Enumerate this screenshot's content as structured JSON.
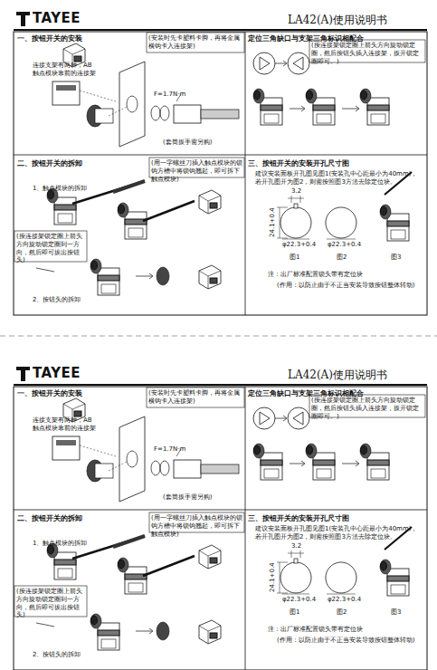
{
  "diagram": {
    "labels": [
      "TAYEE",
      "LA42(A)使用说明书",
      "一、按钮开关的安装",
      "(安装时先卡塑料卡脚，再将金属横钩卡入连接架)",
      "定位三角缺口与支架三角标识相配合",
      "连接支架有两种，AB触点模块靠前的连接架",
      "F=1.7N·m",
      "(套筒扳手需另购)",
      "(按连接架锁定圈上箭头方向旋动锁定圈，然后按钮头插入连接架，扳开锁定圈即可。)",
      "二、按钮开关的拆卸",
      "(用一字螺丝刀插入触点模块的锁钩方槽中将锁钩翘起，即可拆下触点模块)",
      "1、触点模块的拆卸",
      "(按连接架锁定圈上箭头方向旋动锁定圈到一方向，然后即可拔出按钮头)",
      "2、按钮头的拆卸",
      "三、按钮开关的安装开孔尺寸图",
      "建议安装面板开孔图见图1(安装孔中心距最小为40mm)，若开孔图开为图2，则需按照图3方法去除定位块。",
      "3.2",
      "24.1+0.4",
      "φ22.3+0.4",
      "φ22.3+0.4",
      "图1",
      "图2",
      "图3",
      "注：出厂标准配置锁头带有定位块",
      "(作用：以防止由于不正当安装导致按钮整体转动)",
      "TAYEE",
      "LA42(A)使用说明书",
      "一、按钮开关的安装",
      "(安装时先卡塑料卡脚，再将金属横钩卡入连接架)",
      "定位三角缺口与支架三角标识相配合",
      "连接支架有两种，AB触点模块靠前的连接架",
      "F=1.7N·m",
      "(套筒扳手需另购)",
      "(按连接架锁定圈上箭头方向旋动锁定圈，然后按钮头插入连接架，扳开锁定圈即可。)",
      "二、按钮开关的拆卸",
      "(用一字螺丝刀插入触点模块的锁钩方槽中将锁钩翘起，即可拆下触点模块)",
      "1、触点模块的拆卸",
      "(按连接架锁定圈上箭头方向旋动锁定圈到一方向，然后即可拔出按钮头)",
      "2、按钮头的拆卸",
      "三、按钮开关的安装开孔尺寸图",
      "建议安装面板开孔图见图1(安装孔中心距最小为40mm)，若开孔图开为图2，则需按照图3方法去除定位块。",
      "3.2",
      "24.1+0.4",
      "φ22.3+0.4",
      "φ22.3+0.4",
      "图1",
      "图2",
      "图3",
      "注：出厂标准配置锁头带有定位块",
      "(作用：以防止由于不正当安装导致按钮整体转动)"
    ]
  }
}
